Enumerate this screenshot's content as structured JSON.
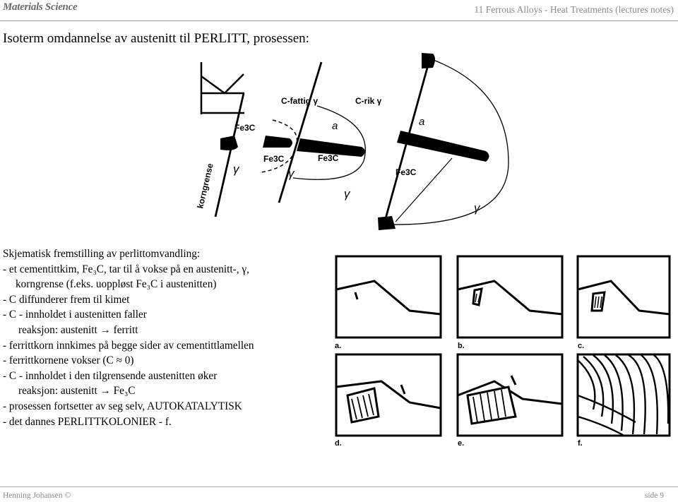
{
  "logo": "Materials Science",
  "header": {
    "title": "11 Ferrous Alloys - Heat Treatments (lectures notes)"
  },
  "slide": {
    "title": "Isoterm omdannelse av austenitt til PERLITT, prosessen:"
  },
  "figure_top": {
    "labels": {
      "fe3c_1": "Fe3C",
      "fe3c_2": "Fe3C",
      "fe3c_3": "Fe3C",
      "fe3c_4": "Fe3C",
      "c_fattig": "C-fattig γ",
      "c_rik": "C-rik γ",
      "alpha_1": "a",
      "alpha_2": "a",
      "gamma_1": "γ",
      "gamma_2": "γ",
      "gamma_3": "γ",
      "gamma_4": "γ",
      "korngrense": "korngrense"
    }
  },
  "bullets": {
    "l1": "Skjematisk fremstilling av perlittomvandling:",
    "l2": "- et cementittkim, Fe₃C, tar til å vokse på en austenitt-, γ,",
    "l3": "korngrense (f.eks. uoppløst Fe₃C i austenitten)",
    "l4": "- C diffunderer frem til kimet",
    "l5": "- C - innholdet i austenitten faller",
    "l6": "reaksjon: austenitt → ferritt",
    "l7": "- ferrittkorn innkimes på begge sider av cementittlamellen",
    "l8": "- ferrittkornene vokser (C ≈ 0)",
    "l9": "- C - innholdet i den tilgrensende austenitten øker",
    "l10": "reaksjon: austenitt → Fe₃C",
    "l11": "- prosessen fortsetter av seg selv, AUTOKATALYTISK",
    "l12": "- det dannes PERLITTKOLONIER - f."
  },
  "panels": {
    "a": "a.",
    "b": "b.",
    "c": "c.",
    "d": "d.",
    "e": "e.",
    "f": "f."
  },
  "footer": {
    "author": "Henning Johansen ©",
    "page": "side 9"
  }
}
